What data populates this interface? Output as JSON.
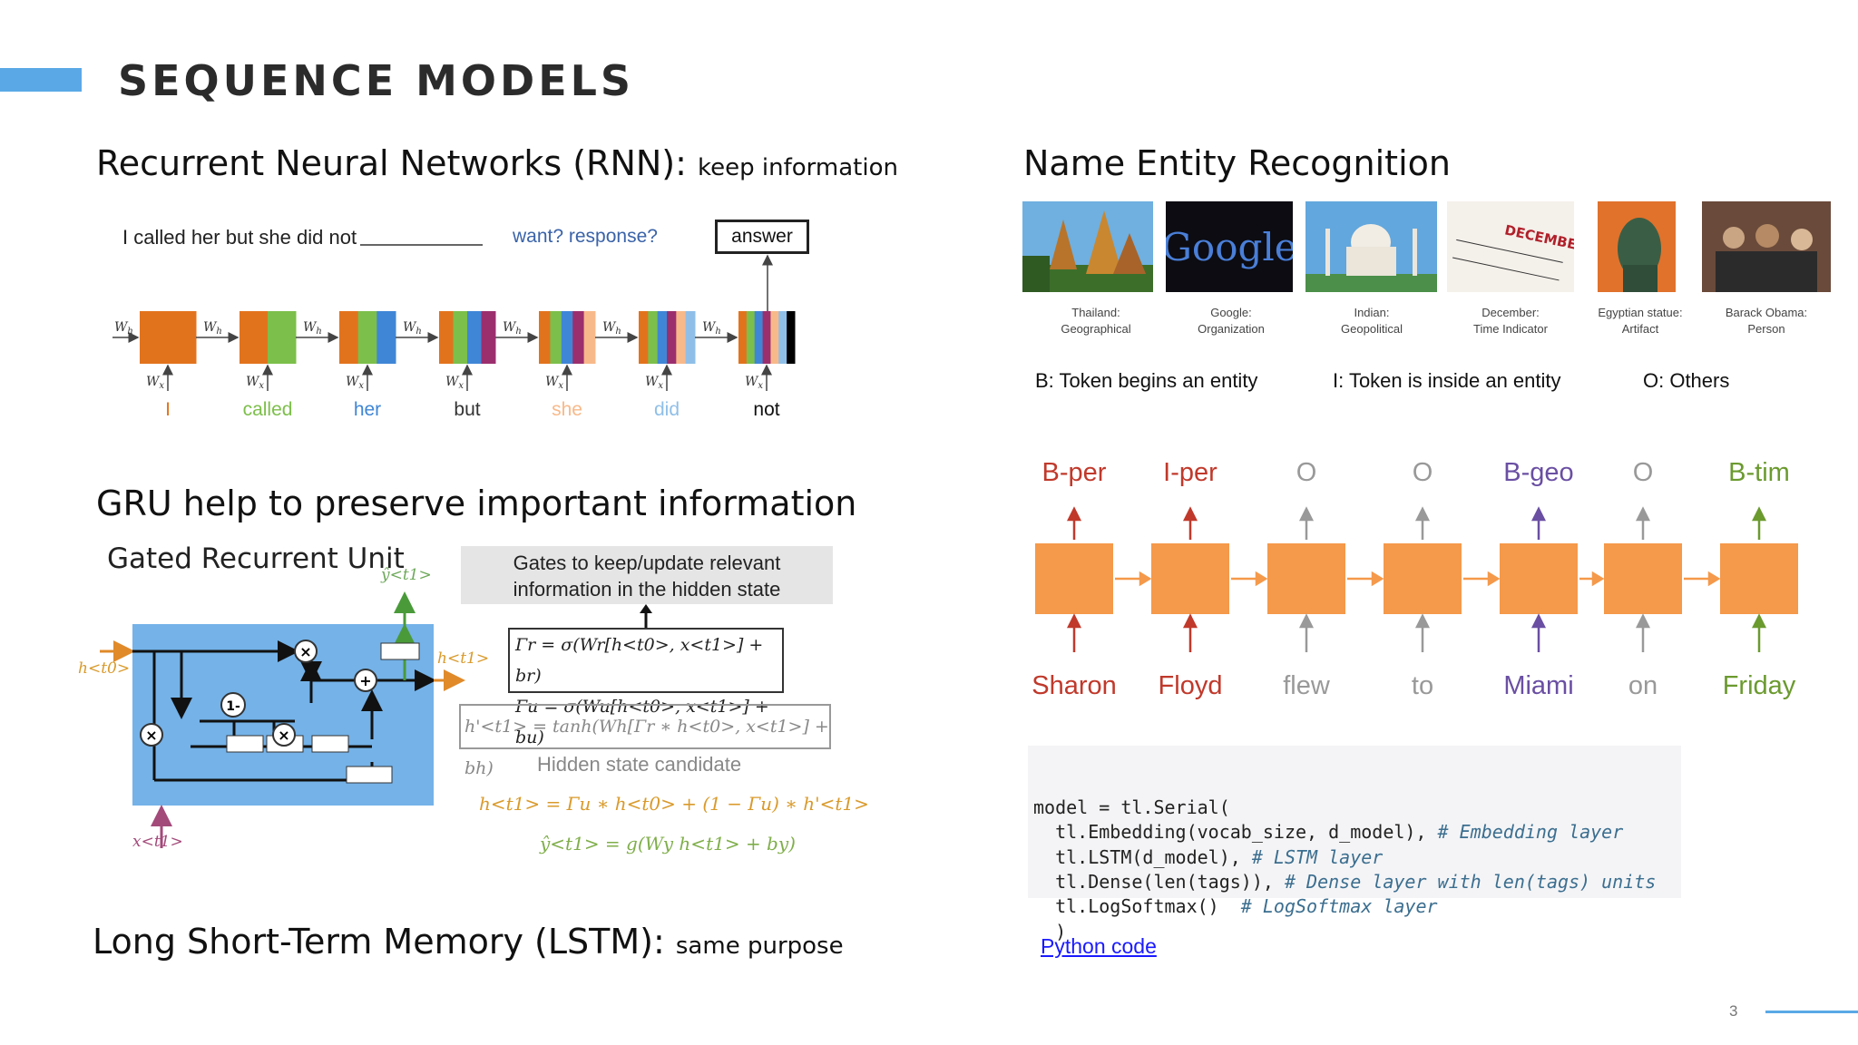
{
  "header": {
    "title": "SEQUENCE MODELS"
  },
  "rnn": {
    "heading": "Recurrent Neural Networks (RNN):",
    "heading_note": "keep information",
    "sentence": "I called her but she did not",
    "hint": "want? response?",
    "answer": "answer",
    "weight_h": "W",
    "weight_h_sub": "h",
    "weight_x": "W",
    "weight_x_sub": "x",
    "words": [
      "I",
      "called",
      "her",
      "but",
      "she",
      "did",
      "not"
    ]
  },
  "gru": {
    "heading": "GRU help to preserve important information",
    "title": "Gated Recurrent Unit",
    "gates_text_1": "Gates to keep/update relevant",
    "gates_text_2": "information in the hidden state",
    "eq_r": "Γr = σ(Wr[h<t0>, x<t1>] + br)",
    "eq_u": "Γu = σ(Wu[h<t0>, x<t1>] + bu)",
    "eq_candidate": "h'<t1> = tanh(Wh[Γr ∗ h<t0>, x<t1>] + bh)",
    "candidate_label": "Hidden state candidate",
    "eq_h": "h<t1> = Γu ∗ h<t0> + (1 − Γu) ∗ h'<t1>",
    "eq_y": "ŷ<t1> = g(Wy h<t1> + by)",
    "label_y": "ŷ<t1>",
    "label_h_in": "h<t0>",
    "label_h_out": "h<t1>",
    "label_x": "x<t1>",
    "op_mul": "×",
    "op_add": "+",
    "op_one_minus": "1-"
  },
  "lstm": {
    "heading": "Long Short-Term Memory (LSTM):",
    "heading_note": "same purpose"
  },
  "ner": {
    "heading": "Name Entity Recognition",
    "examples": [
      {
        "caption_1": "Thailand:",
        "caption_2": "Geographical"
      },
      {
        "caption_1": "Google:",
        "caption_2": "Organization",
        "image_text": "Google"
      },
      {
        "caption_1": "Indian:",
        "caption_2": "Geopolitical"
      },
      {
        "caption_1": "December:",
        "caption_2": "Time Indicator",
        "image_text": "DECEMBER"
      },
      {
        "caption_1": "Egyptian statue:",
        "caption_2": "Artifact"
      },
      {
        "caption_1": "Barack Obama:",
        "caption_2": "Person"
      }
    ],
    "legend": {
      "b": "B: Token begins an entity",
      "i": "I: Token is inside an entity",
      "o": "O: Others"
    },
    "tags": [
      "B-per",
      "I-per",
      "O",
      "O",
      "B-geo",
      "O",
      "B-tim"
    ],
    "words": [
      "Sharon",
      "Floyd",
      "flew",
      "to",
      "Miami",
      "on",
      "Friday"
    ],
    "colors": {
      "per": "#c0392b",
      "o": "#999999",
      "geo": "#6a4fa3",
      "tim": "#6b9a2f",
      "box": "#f5994a"
    }
  },
  "code": {
    "lines": [
      {
        "code": "model = tl.Serial(",
        "comment": ""
      },
      {
        "code": "  tl.Embedding(vocab_size, d_model), ",
        "comment": "# Embedding layer"
      },
      {
        "code": "  tl.LSTM(d_model), ",
        "comment": "# LSTM layer"
      },
      {
        "code": "  tl.Dense(len(tags)), ",
        "comment": "# Dense layer with len(tags) units"
      },
      {
        "code": "  tl.LogSoftmax()  ",
        "comment": "# LogSoftmax layer"
      },
      {
        "code": "  )",
        "comment": ""
      }
    ],
    "link": "Python code"
  },
  "footer": {
    "page": "3"
  },
  "colors": {
    "accent": "#5aa9e6",
    "rnn_blue": "#74b2e8",
    "orange": "#f5994a"
  }
}
